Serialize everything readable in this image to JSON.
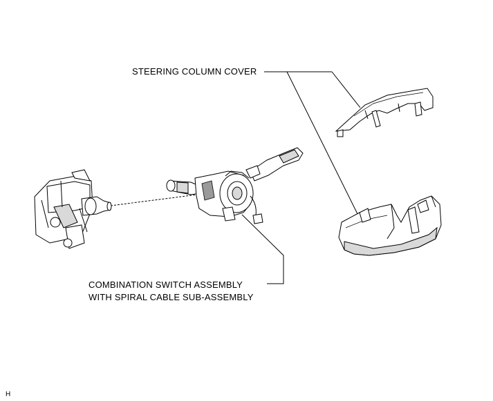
{
  "labels": {
    "steering_column_cover": "STEERING COLUMN COVER",
    "combination_switch_line1": "COMBINATION SWITCH ASSEMBLY",
    "combination_switch_line2": "WITH SPIRAL CABLE SUB-ASSEMBLY",
    "illustration_code": "H"
  },
  "colors": {
    "line": "#000000",
    "part_fill": "#ffffff",
    "shade_fill": "#d9d9d9",
    "dark_fill": "#9a9a9a"
  }
}
